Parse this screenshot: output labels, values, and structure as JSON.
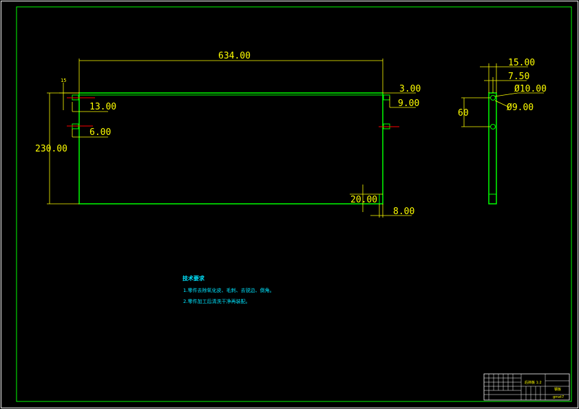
{
  "colors": {
    "background": "#000000",
    "outline": "#00ff00",
    "dimension": "#ffff00",
    "centerline": "#ff0000",
    "border": "#ffffff",
    "notes": "#00e5ff"
  },
  "front_view": {
    "dim_length": "634.00",
    "dim_height": "230.00",
    "dim_small_top_left": "15",
    "dim_hole1": "13.00",
    "dim_hole2": "6.00",
    "dim_right_top": "3.00",
    "dim_right_hole": "9.00",
    "dim_bottom_height": "20.00",
    "dim_bottom_width": "8.00"
  },
  "side_view": {
    "dim_width": "15.00",
    "dim_half": "7.50",
    "dim_outer_dia": "Ø10.00",
    "dim_inner_dia": "Ø9.00",
    "dim_spacing": "60"
  },
  "notes": {
    "title": "技术要求",
    "line1": "1.零件去除氧化皮、毛刺、去锐边、倒角。",
    "line2": "2.零件加工后清洗干净再装配。"
  },
  "title_block": {
    "part_name": "后挡板 1:2",
    "material": "钢板",
    "drawing_id": "gmxt7"
  }
}
